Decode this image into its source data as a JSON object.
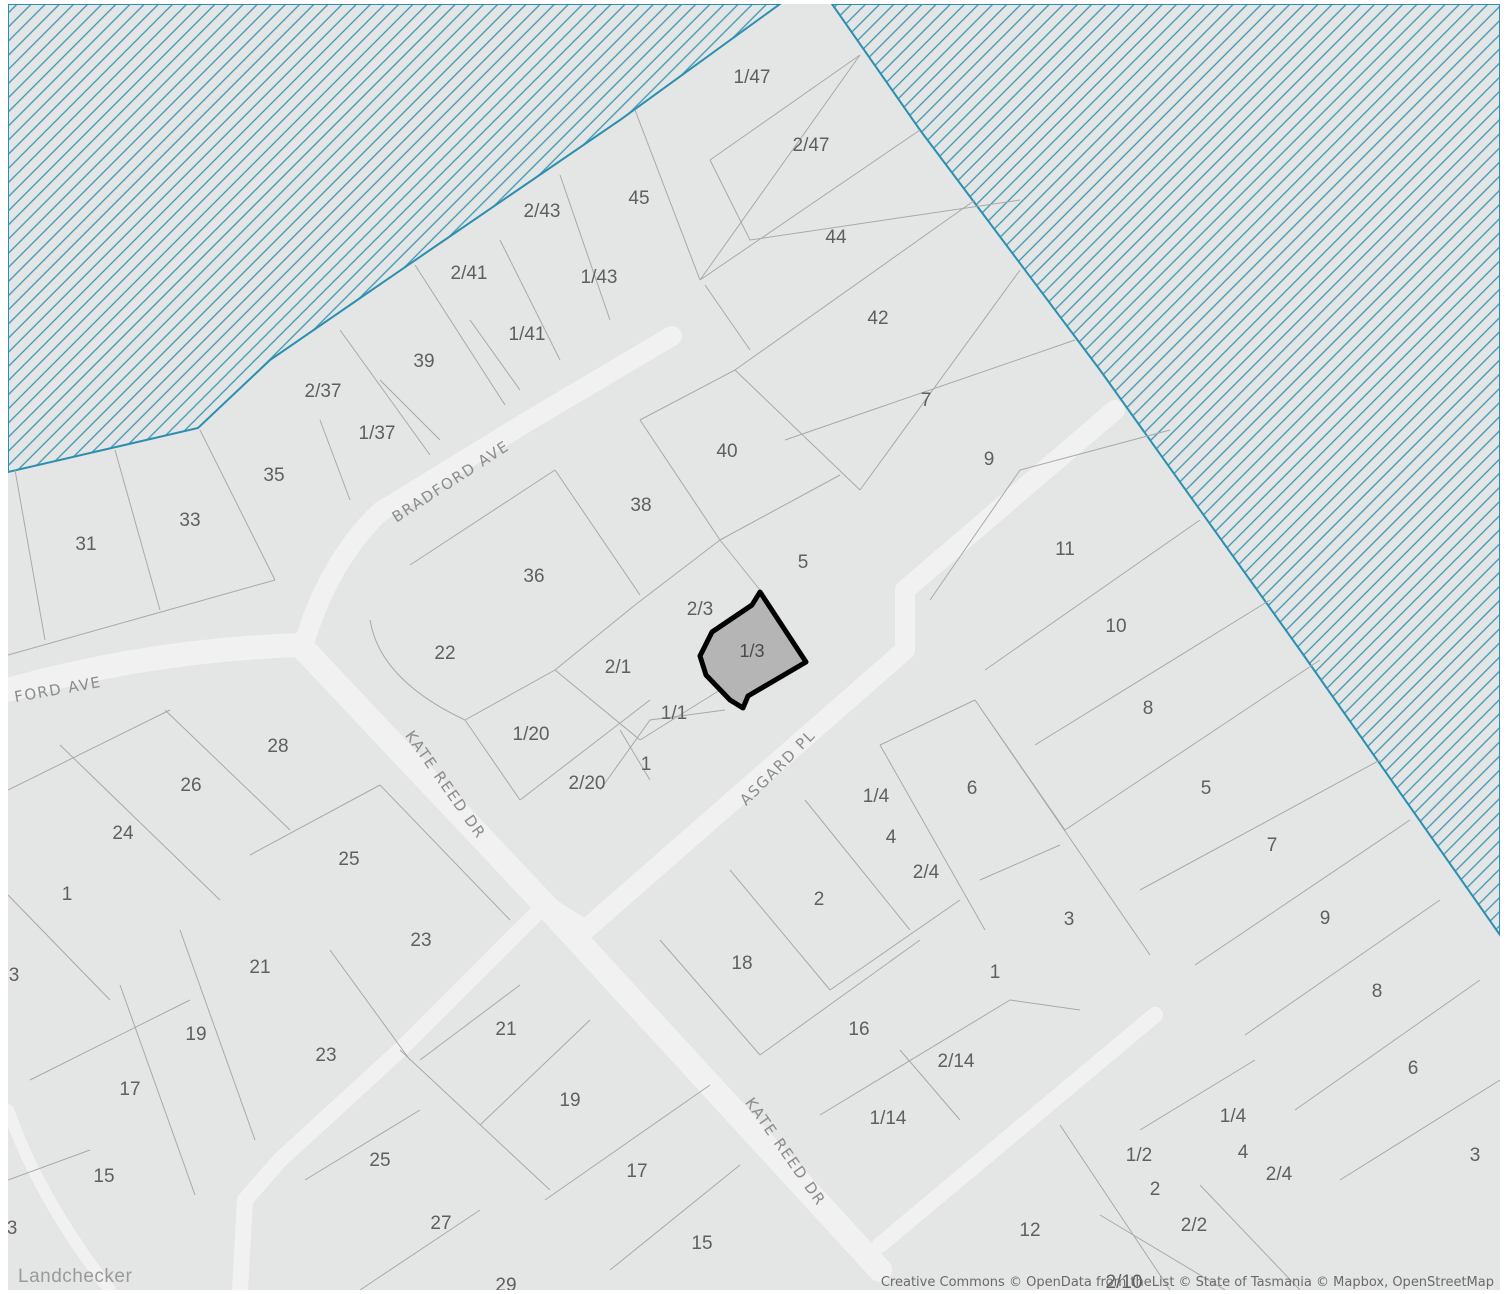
{
  "map": {
    "brand": "Landchecker",
    "attribution": "Creative Commons © OpenData from theList © State of Tasmania © Mapbox, OpenStreetMap",
    "colors": {
      "land": "#e4e5e5",
      "road": "#f0f0f0",
      "boundary": "#aaaaaa",
      "zone_stroke": "#2a8fb0",
      "selected_fill": "#b5b5b5",
      "selected_stroke": "#000000"
    },
    "selected_parcel": {
      "label": "1/3"
    },
    "streets": [
      {
        "name": "BRADFORD AVE"
      },
      {
        "name": "FORD AVE"
      },
      {
        "name": "KATE REED DR"
      },
      {
        "name": "ASGARD PL"
      },
      {
        "name": "KATE REED DR"
      }
    ],
    "lots": [
      "1/47",
      "2/47",
      "45",
      "2/43",
      "44",
      "1/43",
      "2/41",
      "42",
      "1/41",
      "39",
      "2/37",
      "7",
      "1/37",
      "40",
      "9",
      "35",
      "38",
      "33",
      "31",
      "5",
      "11",
      "36",
      "2/3",
      "10",
      "22",
      "2/1",
      "1/1",
      "8",
      "1/20",
      "28",
      "1",
      "2/20",
      "26",
      "1/4",
      "6",
      "5",
      "24",
      "4",
      "7",
      "25",
      "2/4",
      "1",
      "2",
      "3",
      "9",
      "23",
      "21",
      "18",
      "1",
      "8",
      "19",
      "21",
      "16",
      "23",
      "2/14",
      "17",
      "19",
      "1/14",
      "6",
      "1/4",
      "25",
      "4",
      "15",
      "17",
      "1/2",
      "2/4",
      "3",
      "2",
      "27",
      "2/2",
      "12",
      "15",
      "29",
      "2/10",
      "3",
      "3"
    ]
  }
}
